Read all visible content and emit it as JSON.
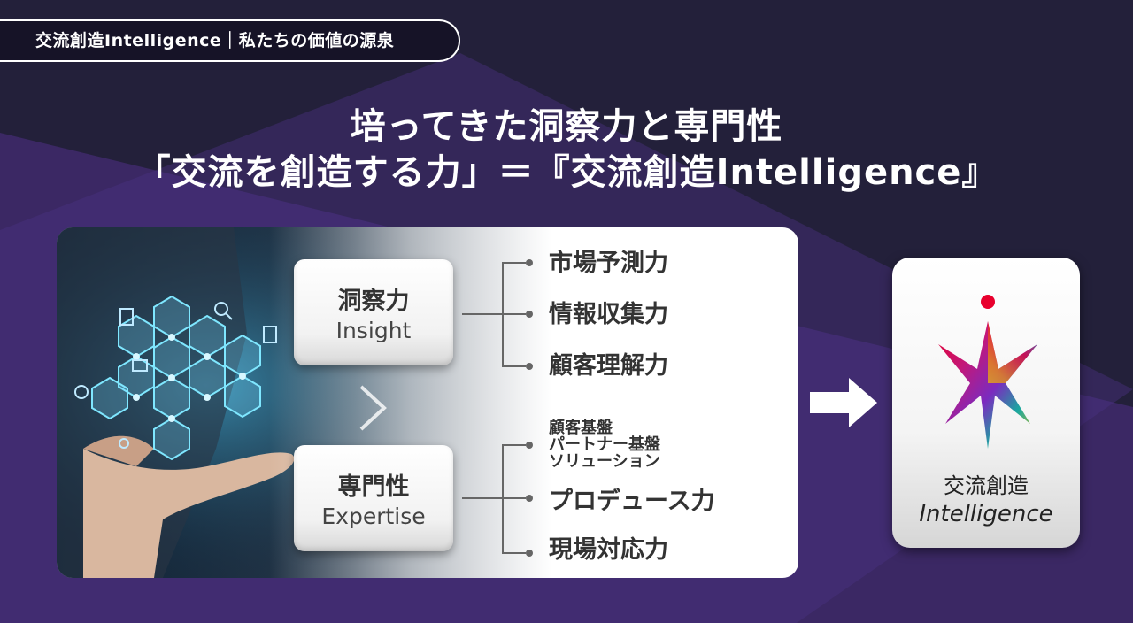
{
  "section_tag": "交流創造Intelligence｜私たちの価値の源泉",
  "headline": {
    "line1": "培ってきた洞察力と専門性",
    "line2": "「交流を創造する力」＝『交流創造Intelligence』"
  },
  "cards": {
    "insight": {
      "jp": "洞察力",
      "en": "Insight"
    },
    "expertise": {
      "jp": "専門性",
      "en": "Expertise"
    }
  },
  "insight_items": [
    "市場予測力",
    "情報収集力",
    "顧客理解力"
  ],
  "expertise_items": {
    "small": [
      "顧客基盤",
      "パートナー基盤",
      "ソリューション"
    ],
    "large": [
      "プロデュース力",
      "現場対応力"
    ]
  },
  "logo": {
    "jp": "交流創造",
    "en": "Intelligence"
  },
  "colors": {
    "background": "#23203a",
    "wedge": "#3d2a66",
    "accent": "#e8002d"
  }
}
